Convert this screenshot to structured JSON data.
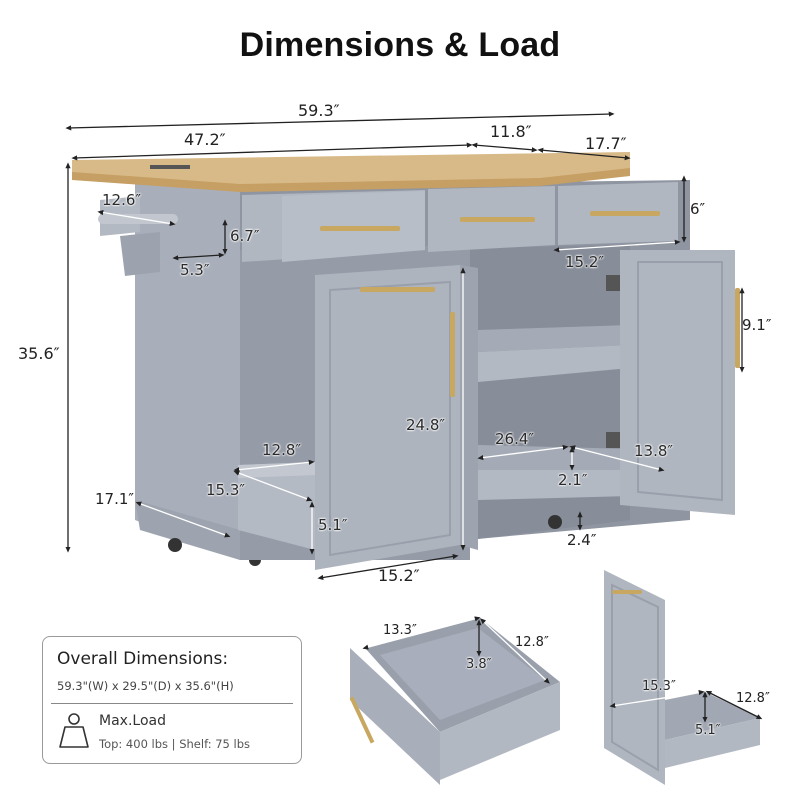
{
  "title": "Dimensions & Load",
  "colors": {
    "cabinet": "#a7adb8",
    "cabinet_dark": "#8d939f",
    "cabinet_light": "#c3c8d0",
    "wood_top": "#d9bb8a",
    "wood_edge": "#c9a36a",
    "handle_gold": "#c8a760",
    "dimension_line": "#222222"
  },
  "main_view": {
    "overall_width": "59.3″",
    "top_main_width": "47.2″",
    "top_extension": "11.8″",
    "depth": "17.7″",
    "height": "35.6″",
    "towel_bar_width": "12.6″",
    "side_drawer_height": "6.7″",
    "side_drawer_depth": "5.3″",
    "top_drawer_height": "6″",
    "top_drawer_width": "15.2″",
    "right_door_handle": "9.1″",
    "left_door_height": "24.8″",
    "left_pullout_width": "12.8″",
    "left_pullout_depth": "15.3″",
    "left_pullout_height": "5.1″",
    "side_base_depth": "17.1″",
    "left_door_width": "15.2″",
    "shelf_width": "26.4″",
    "shelf_depth": "13.8″",
    "shelf_lip": "2.1″",
    "ground_clearance": "2.4″"
  },
  "drawer_detail": {
    "width": "13.3″",
    "depth": "12.8″",
    "height": "3.8″"
  },
  "pullout_detail": {
    "width": "15.3″",
    "depth": "12.8″",
    "height": "5.1″"
  },
  "info_box": {
    "heading": "Overall Dimensions:",
    "dimensions": "59.3\"(W) x 29.5\"(D) x 35.6\"(H)",
    "load_icon": "weight-icon",
    "load_title": "Max.Load",
    "load_values": "Top: 400 lbs  | Shelf: 75 lbs"
  }
}
